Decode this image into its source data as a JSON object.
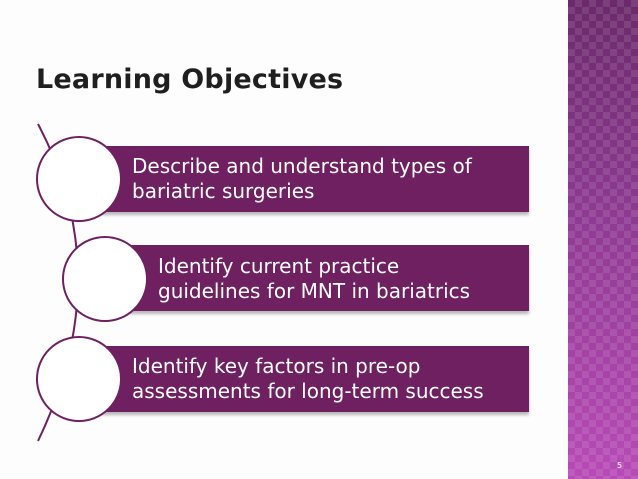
{
  "slide": {
    "title": "Learning Objectives",
    "objectives": [
      {
        "line1": "Describe and understand types of",
        "line2": "bariatric surgeries"
      },
      {
        "line1": "Identify current practice",
        "line2": "guidelines for MNT in bariatrics"
      },
      {
        "line1": "Identify key factors in pre-op",
        "line2": "assessments for long-term success"
      }
    ],
    "page_number": "5"
  },
  "colors": {
    "accent": "#6e2060",
    "side_band": "#9c3fa0",
    "title": "#1f1f1f"
  }
}
